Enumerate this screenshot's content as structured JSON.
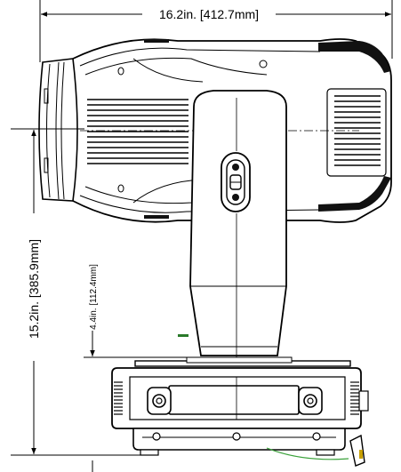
{
  "dimensions": {
    "width": "16.2in. [412.7mm]",
    "height": "15.2in. [385.9mm]",
    "offset": "4.4in. [112.4mm]"
  }
}
